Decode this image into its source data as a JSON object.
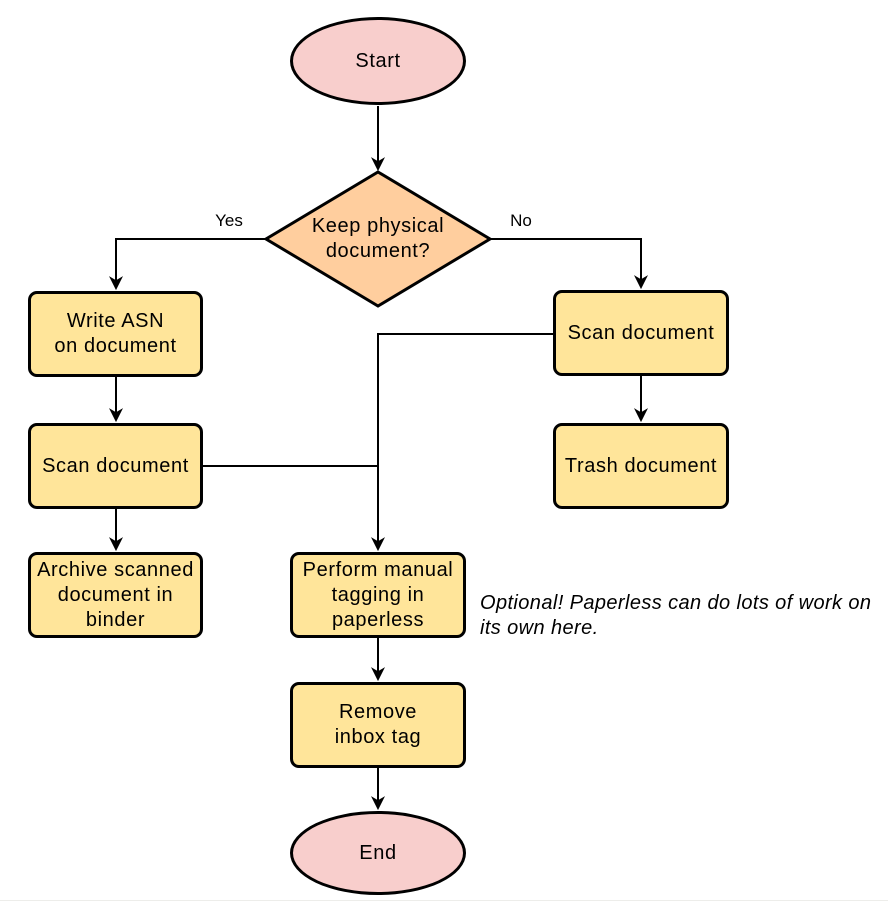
{
  "nodes": {
    "start": {
      "label": "Start",
      "type": "terminator"
    },
    "decision": {
      "label": "Keep physical\ndocument?",
      "type": "decision"
    },
    "write_asn": {
      "label": "Write ASN\non document",
      "type": "process"
    },
    "scan_left": {
      "label": "Scan document",
      "type": "process"
    },
    "archive": {
      "label": "Archive scanned\ndocument in\nbinder",
      "type": "process"
    },
    "scan_right": {
      "label": "Scan document",
      "type": "process"
    },
    "trash": {
      "label": "Trash document",
      "type": "process"
    },
    "tagging": {
      "label": "Perform manual\ntagging in\npaperless",
      "type": "process"
    },
    "remove_inbox": {
      "label": "Remove\ninbox tag",
      "type": "process"
    },
    "end": {
      "label": "End",
      "type": "terminator"
    }
  },
  "edge_labels": {
    "yes": "Yes",
    "no": "No"
  },
  "annotation": {
    "text": "Optional! Paperless can do lots of work on\nits own here."
  },
  "colors": {
    "terminator_fill": "#f8cecc",
    "decision_fill": "#ffce9e",
    "process_fill": "#ffe59a",
    "stroke": "#000000",
    "background": "#ffffff"
  }
}
